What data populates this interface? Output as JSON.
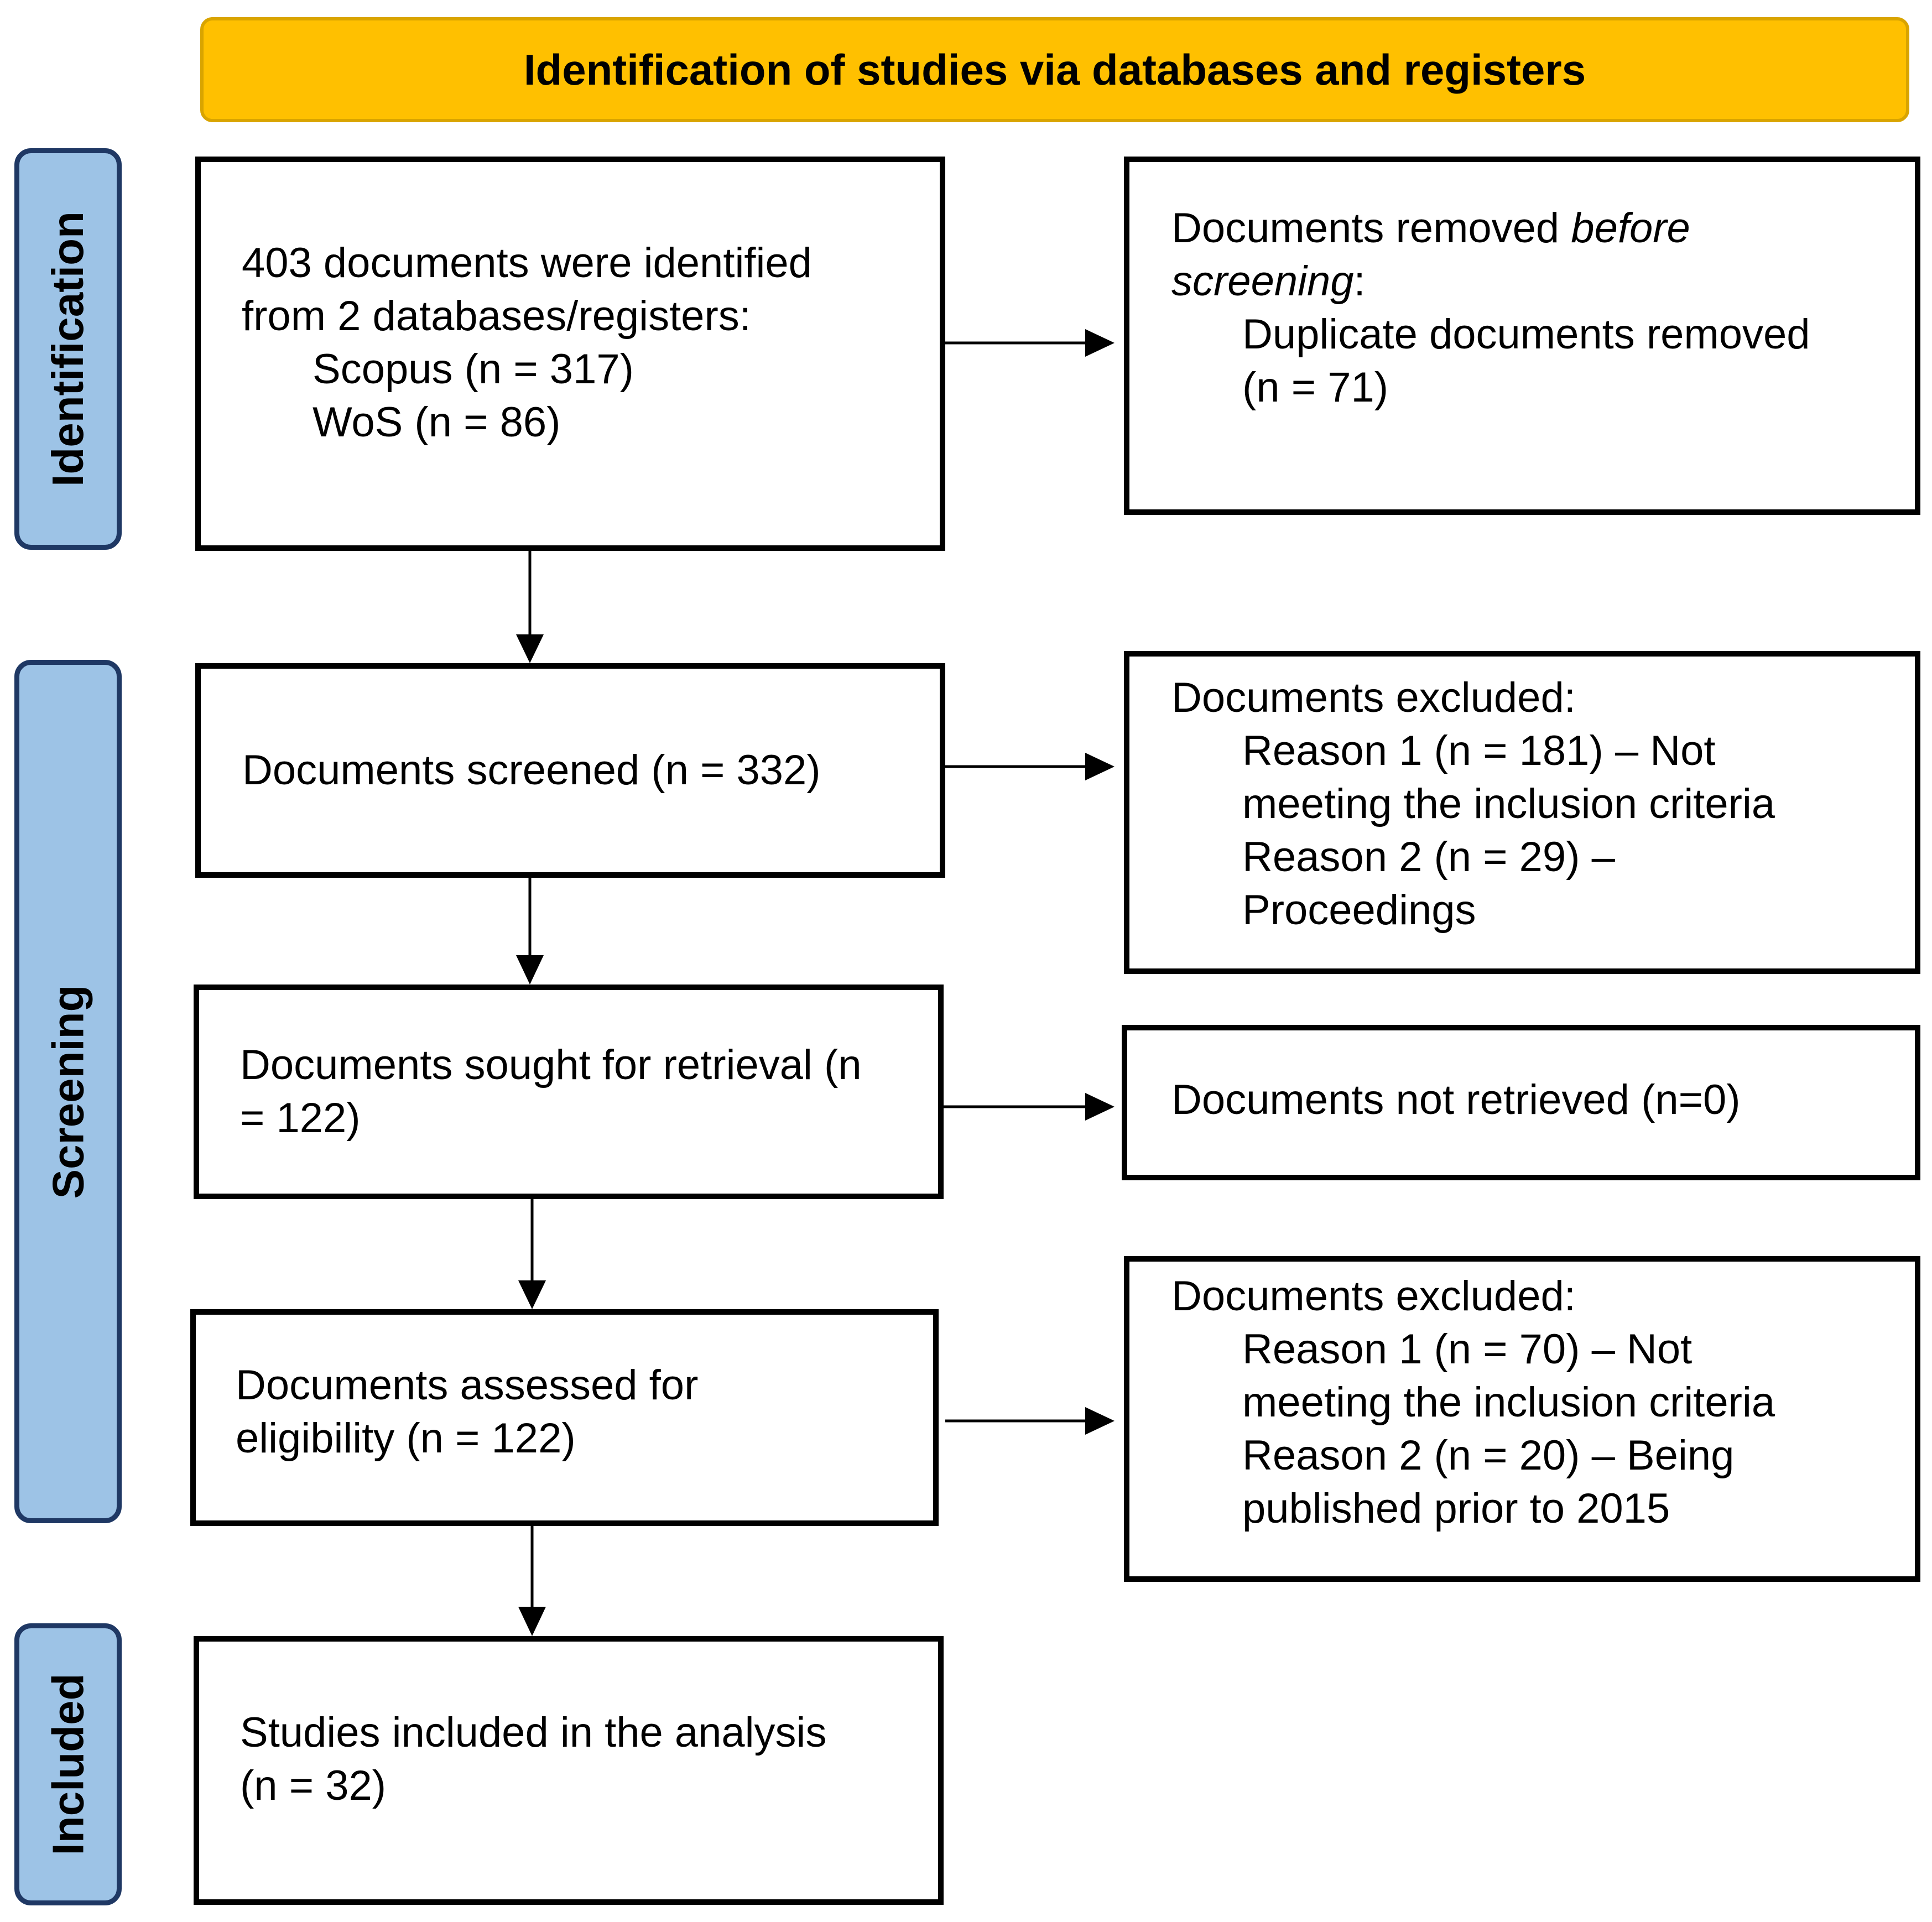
{
  "header": {
    "title": "Identification of studies via databases and registers"
  },
  "phases": {
    "identification": "Identification",
    "screening": "Screening",
    "included": "Included"
  },
  "boxes": {
    "identified": {
      "line1": "403 documents were identified",
      "line2": "from 2 databases/registers:",
      "scopus": "Scopus (n = 317)",
      "wos": "WoS (n = 86)"
    },
    "removed": {
      "line1_prefix": "Documents removed ",
      "line1_italic": "before",
      "line2_italic": "screening",
      "line2_suffix": ":",
      "line3": "Duplicate documents removed",
      "line4": "(n = 71)"
    },
    "screened": {
      "text": "Documents screened (n = 332)"
    },
    "excluded1": {
      "heading": "Documents excluded:",
      "r1a": "Reason 1 (n = 181) – Not",
      "r1b": "meeting the inclusion criteria",
      "r2a": "Reason 2 (n = 29) –",
      "r2b": "Proceedings"
    },
    "sought": {
      "line1": "Documents sought for retrieval (n",
      "line2": "= 122)"
    },
    "not_retrieved": {
      "text": "Documents not retrieved (n=0)"
    },
    "assessed": {
      "line1": "Documents assessed for",
      "line2": "eligibility (n = 122)"
    },
    "excluded2": {
      "heading": "Documents excluded:",
      "r1a": "Reason 1 (n = 70) – Not",
      "r1b": "meeting the inclusion criteria",
      "r2a": "Reason 2 (n = 20) – Being",
      "r2b": "published prior to 2015"
    },
    "included": {
      "line1": "Studies included in the analysis",
      "line2": "(n = 32)"
    }
  },
  "colors": {
    "header_fill": "#FFC000",
    "phase_fill": "#9DC3E6",
    "phase_border": "#1F3864"
  }
}
